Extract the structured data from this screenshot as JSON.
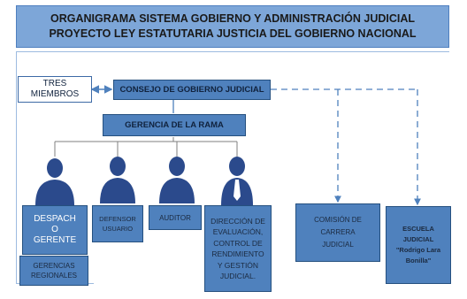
{
  "header": {
    "line1": "ORGANIGRAMA SISTEMA GOBIERNO Y ADMINISTRACIÓN JUDICIAL",
    "line2": "PROYECTO LEY ESTATUTARIA JUSTICIA DEL GOBIERNO NACIONAL"
  },
  "nodes": {
    "tres_miembros": "TRES\nMIEMBROS",
    "consejo": "CONSEJO DE GOBIERNO JUDICIAL",
    "gerencia": "GERENCIA DE LA RAMA",
    "despacho": "DESPACH\nO\nGERENTE",
    "gerencias_regionales": "GERENCIAS\nREGIONALES",
    "defensor": "DEFENSOR\nUSUARIO",
    "auditor": "AUDITOR",
    "direccion": "DIRECCIÓN DE\nEVALUACIÓN,\nCONTROL DE\nRENDIMIENTO\nY GESTIÓN\nJUDICIAL.",
    "comision": "COMISIÓN DE\nCARRERA\nJUDICIAL",
    "escuela": "ESCUELA\nJUDICIAL\n\"Rodrigo Lara\nBonilla\""
  },
  "colors": {
    "box_fill": "#4f81bd",
    "title_fill": "#7da6d8",
    "person": "#2b4a8c"
  }
}
